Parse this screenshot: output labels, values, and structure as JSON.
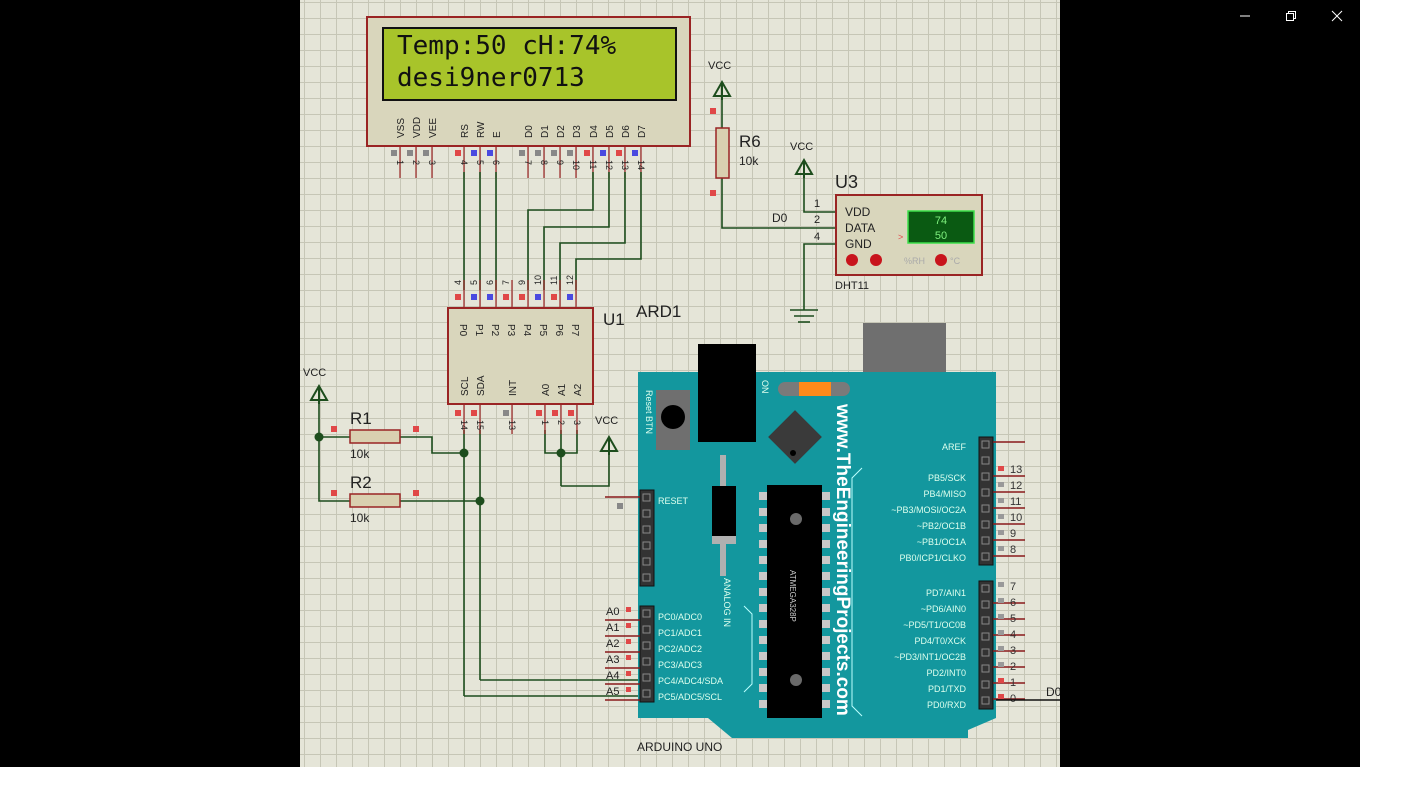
{
  "window": {
    "controls": {
      "minimize": "minimize",
      "restore": "restore",
      "close": "close"
    }
  },
  "lcd": {
    "line1": "Temp:50 cH:74%",
    "line2": "desi9ner0713",
    "pin_names": [
      "VSS",
      "VDD",
      "VEE",
      "RS",
      "RW",
      "E",
      "D0",
      "D1",
      "D2",
      "D3",
      "D4",
      "D5",
      "D6",
      "D7"
    ],
    "pin_numbers": [
      "1",
      "2",
      "3",
      "4",
      "5",
      "6",
      "7",
      "8",
      "9",
      "10",
      "11",
      "12",
      "13",
      "14"
    ],
    "bg_color": "#a8c42a"
  },
  "r6": {
    "ref": "R6",
    "value": "10k"
  },
  "r1": {
    "ref": "R1",
    "value": "10k"
  },
  "r2": {
    "ref": "R2",
    "value": "10k"
  },
  "vcc_label": "VCC",
  "dht11": {
    "ref": "U3",
    "part": "DHT11",
    "pins": [
      "VDD",
      "DATA",
      "GND"
    ],
    "pin_numbers": [
      "1",
      "2",
      "4"
    ],
    "humidity": "74",
    "temperature": "50",
    "humidity_unit": "%RH",
    "temp_unit": "°C",
    "net_label": "D0"
  },
  "pcf": {
    "ref": "U1",
    "part": "ARD1",
    "top_pins": [
      "P0",
      "P1",
      "P2",
      "P3",
      "P4",
      "P5",
      "P6",
      "P7"
    ],
    "top_numbers": [
      "4",
      "5",
      "6",
      "7",
      "9",
      "10",
      "11",
      "12"
    ],
    "bottom_pins": [
      "SCL",
      "SDA",
      "INT",
      "A0",
      "A1",
      "A2"
    ],
    "bottom_numbers": [
      "14",
      "15",
      "13",
      "1",
      "2",
      "3"
    ]
  },
  "arduino": {
    "label": "ARDUINO UNO",
    "website": "www.TheEngineeringProjects.com",
    "reset_btn": "Reset BTN",
    "on_label": "ON",
    "analog_in": "ANALOG IN",
    "reset_pin": "RESET",
    "chip": "ATMEGA328P",
    "aref": "AREF",
    "digital_high": [
      "PB5/SCK",
      "PB4/MISO",
      "~PB3/MOSI/OC2A",
      "~PB2/OC1B",
      "~PB1/OC1A",
      "PB0/ICP1/CLKO"
    ],
    "digital_high_numbers": [
      "13",
      "12",
      "11",
      "10",
      "9",
      "8"
    ],
    "digital_low": [
      "PD7/AIN1",
      "~PD6/AIN0",
      "~PD5/T1/OC0B",
      "PD4/T0/XCK",
      "~PD3/INT1/OC2B",
      "PD2/INT0",
      "PD1/TXD",
      "PD0/RXD"
    ],
    "digital_low_numbers": [
      "7",
      "6",
      "5",
      "4",
      "3",
      "2",
      "1",
      "0"
    ],
    "analog": [
      "PC0/ADC0",
      "PC1/ADC1",
      "PC2/ADC2",
      "PC3/ADC3",
      "PC4/ADC4/SDA",
      "PC5/ADC5/SCL"
    ],
    "analog_labels": [
      "A0",
      "A1",
      "A2",
      "A3",
      "A4",
      "A5"
    ],
    "d0_net": "D0",
    "board_color": "#13979e"
  }
}
